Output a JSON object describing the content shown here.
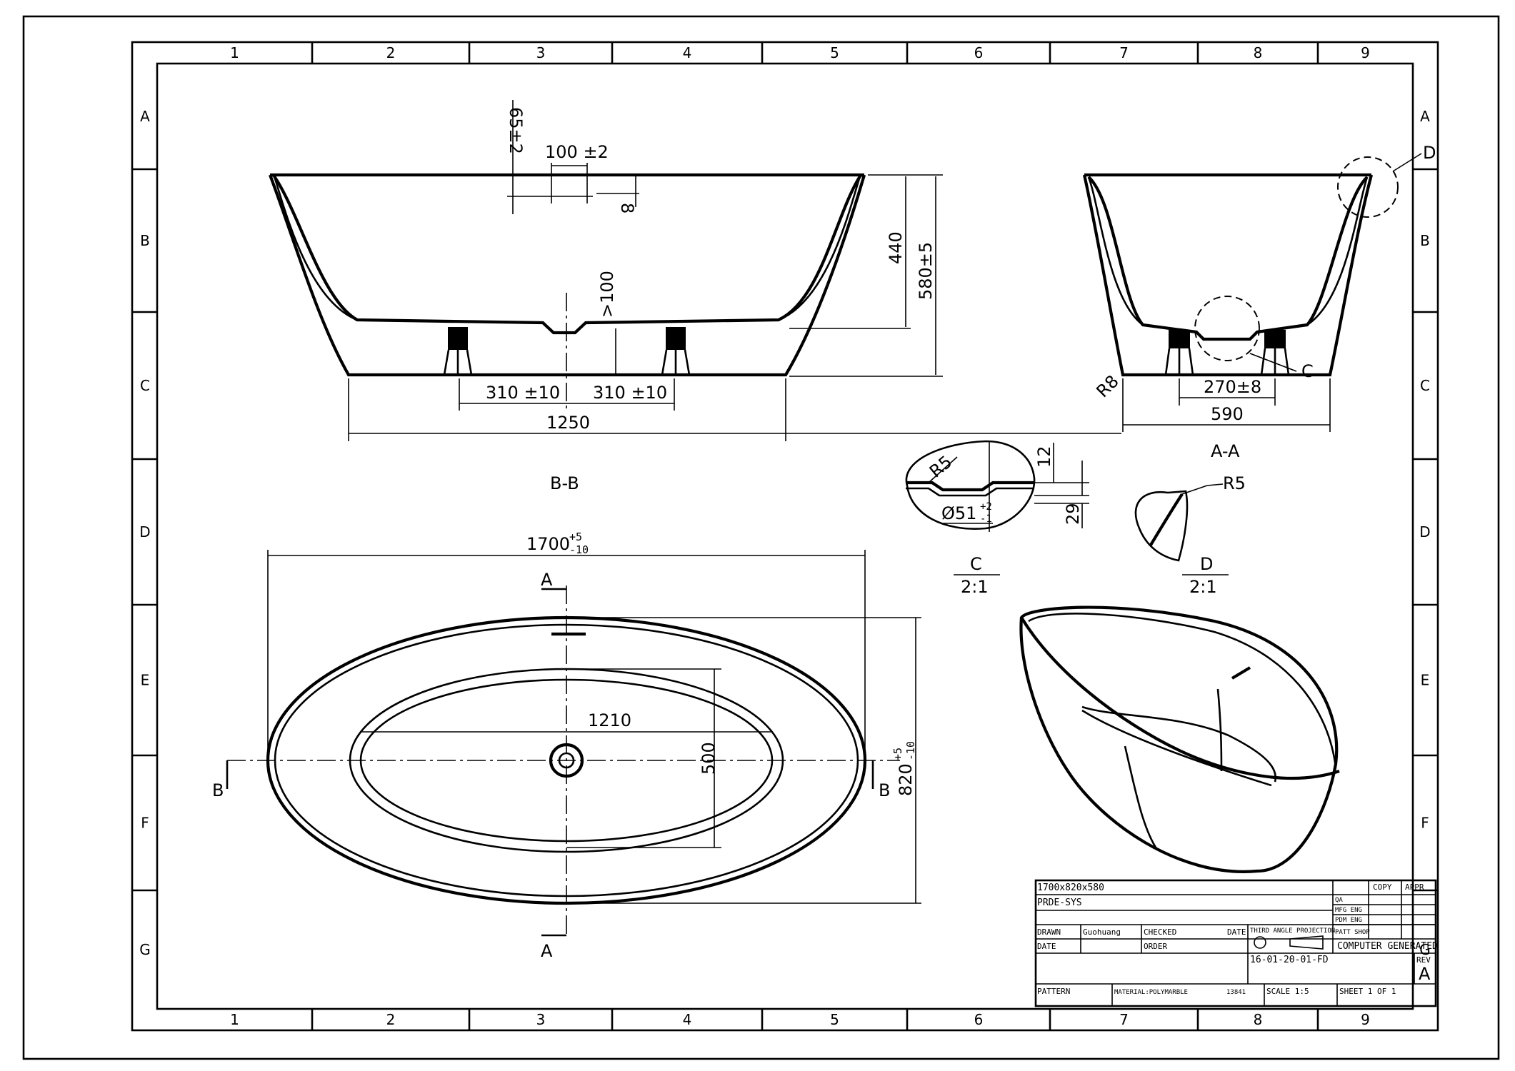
{
  "grid": {
    "columns": [
      "1",
      "2",
      "3",
      "4",
      "5",
      "6",
      "7",
      "8",
      "9"
    ],
    "rows": [
      "A",
      "B",
      "C",
      "D",
      "E",
      "F",
      "G"
    ]
  },
  "views": {
    "bb": {
      "label": "B-B",
      "dims": {
        "top_offset": "65±2",
        "overflow_width": "100 ±2",
        "overflow_height": "8",
        "inner_depth": "440",
        "total_height": "580±5",
        "drain_clear": ">100",
        "foot_left": "310 ±10",
        "foot_right": "310 ±10",
        "base_length": "1250"
      }
    },
    "aa": {
      "label": "A-A",
      "dims": {
        "foot_span": "270±8",
        "width": "590",
        "radius": "R8"
      },
      "callouts": {
        "c": "C",
        "d": "D"
      }
    },
    "detail_c": {
      "label": "C",
      "scale": "2:1",
      "dims": {
        "radius": "R5",
        "h12": "12",
        "h29": "29",
        "dia_prefix": "Ø51",
        "tol_upper": "+2",
        "tol_lower": "-1"
      }
    },
    "detail_d": {
      "label": "D",
      "scale": "2:1",
      "dims": {
        "radius": "R5"
      }
    },
    "plan": {
      "dims": {
        "length": "1700",
        "length_tol_upper": "+5",
        "length_tol_lower": "-10",
        "width": "820",
        "width_tol_upper": "+5",
        "width_tol_lower": "-10",
        "inner_length": "1210",
        "inner_width": "500"
      },
      "section_marks": {
        "a_top": "A",
        "a_bottom": "A",
        "b_left": "B",
        "b_right": "B"
      }
    }
  },
  "title_block": {
    "description": "1700x820x580",
    "project": "PRDE-SYS",
    "drawn_label": "DRAWN",
    "drawn_by": "Guohuang",
    "checked_label": "CHECKED",
    "date_label": "DATE",
    "date_label2": "DATE",
    "order_label": "ORDER",
    "projection": "THIRD ANGLE PROJECTION",
    "copy_label": "COPY",
    "appr_label": "APPR",
    "approvals": [
      "QA",
      "MFG ENG",
      "PDM ENG",
      "PATT SHOP"
    ],
    "computer_generated": "COMPUTER GENERATED",
    "drawing_number": "16-01-20-01-FD",
    "rev_label": "REV",
    "rev_value": "A",
    "pattern_label": "PATTERN",
    "material": "MATERIAL:POLYMARBLE",
    "material_code": "13841",
    "scale": "SCALE 1:5",
    "sheet": "SHEET 1 OF 1"
  }
}
